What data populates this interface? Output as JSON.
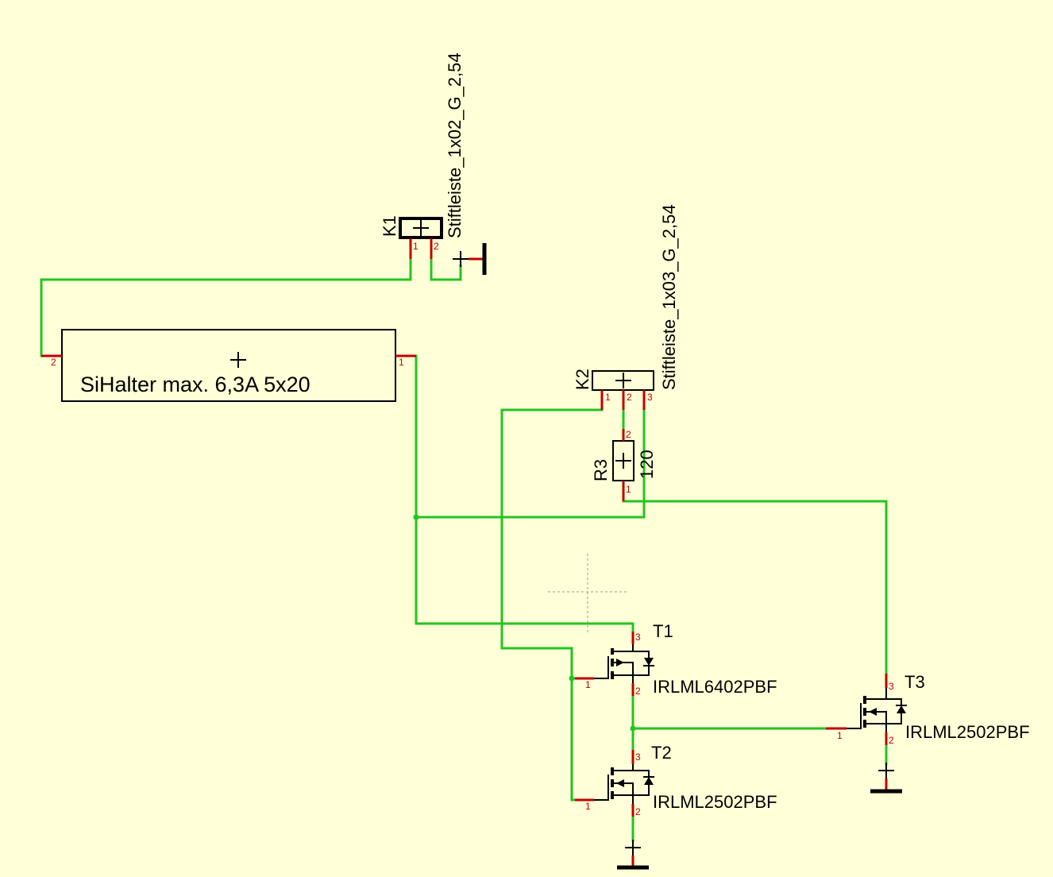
{
  "components": {
    "k1": {
      "ref": "K1",
      "value": "Stiftleiste_1x02_G_2,54",
      "pin1": "1",
      "pin2": "2"
    },
    "k2": {
      "ref": "K2",
      "value": "Stiftleiste_1x03_G_2,54",
      "pin1": "1",
      "pin2": "2",
      "pin3": "3"
    },
    "fuse": {
      "value": "SiHalter max. 6,3A 5x20",
      "pin1": "1",
      "pin2": "2"
    },
    "r3": {
      "ref": "R3",
      "value": "120",
      "pin1": "1",
      "pin2": "2"
    },
    "t1": {
      "ref": "T1",
      "value": "IRLML6402PBF",
      "pin1": "1",
      "pin2": "2",
      "pin3": "3"
    },
    "t2": {
      "ref": "T2",
      "value": "IRLML2502PBF",
      "pin1": "1",
      "pin2": "2",
      "pin3": "3"
    },
    "t3": {
      "ref": "T3",
      "value": "IRLML2502PBF",
      "pin1": "1",
      "pin2": "2",
      "pin3": "3"
    }
  },
  "colors": {
    "background": "#FFFFD8",
    "wire": "#22C422",
    "pin": "#C00000",
    "symbol": "#000000"
  }
}
